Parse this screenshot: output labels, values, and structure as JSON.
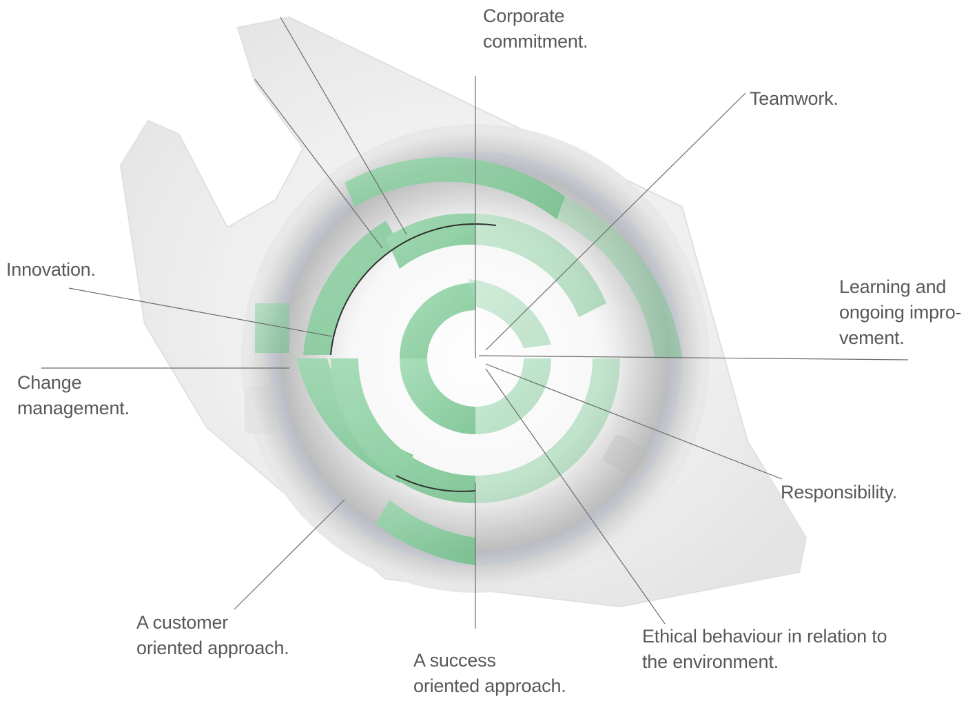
{
  "labels": {
    "corporate_commitment": [
      "Corporate",
      "commitment."
    ],
    "teamwork": [
      "Teamwork."
    ],
    "innovation": [
      "Innovation."
    ],
    "learning": [
      "Learning and",
      "ongoing impro-",
      "vement."
    ],
    "change_management": [
      "Change",
      "management."
    ],
    "responsibility": [
      "Responsibility."
    ],
    "customer": [
      "A customer",
      "oriented approach."
    ],
    "ethical": [
      "Ethical behaviour in relation to",
      "the environment."
    ],
    "success": [
      "A success",
      "oriented approach."
    ]
  },
  "colors": {
    "text": "#58585a",
    "leader": "#6b6b6b",
    "green": "#8fd1a4",
    "green_dark": "#5fb27b",
    "metal": "#d9d9d9"
  }
}
